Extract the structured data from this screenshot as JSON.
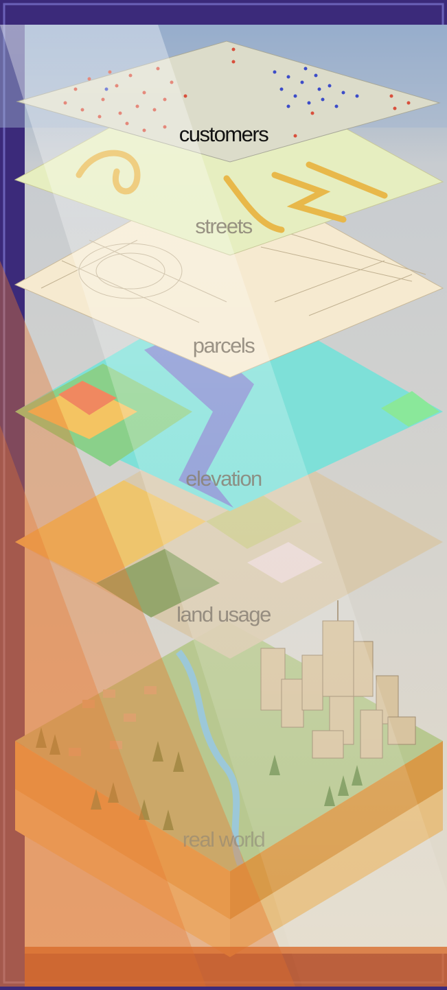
{
  "layers": [
    {
      "id": "customers",
      "label": "customers"
    },
    {
      "id": "streets",
      "label": "streets"
    },
    {
      "id": "parcels",
      "label": "parcels"
    },
    {
      "id": "elevation",
      "label": "elevation"
    },
    {
      "id": "land-usage",
      "label": "land usage"
    },
    {
      "id": "real-world",
      "label": "real world"
    }
  ],
  "colors": {
    "frame": "#3b2a7a",
    "frame_border": "#6b62b8",
    "customers_plane": "#d8d8c4",
    "customer_dot_red": "#d8503c",
    "customer_dot_blue": "#3c4cc8",
    "streets_plane": "#e6eec0",
    "street_road": "#e8b84a",
    "parcels_plane": "#f6ead0",
    "elevation_teal": "#7ee0d8",
    "elevation_blue": "#7f8fd0",
    "elevation_green": "#8ad08a",
    "elevation_orange": "#f0a070",
    "land_tan": "#d6c4a6",
    "land_green": "#8aa060",
    "real_world_soil": "#e0a050",
    "orange_overlay": "#e87830"
  }
}
